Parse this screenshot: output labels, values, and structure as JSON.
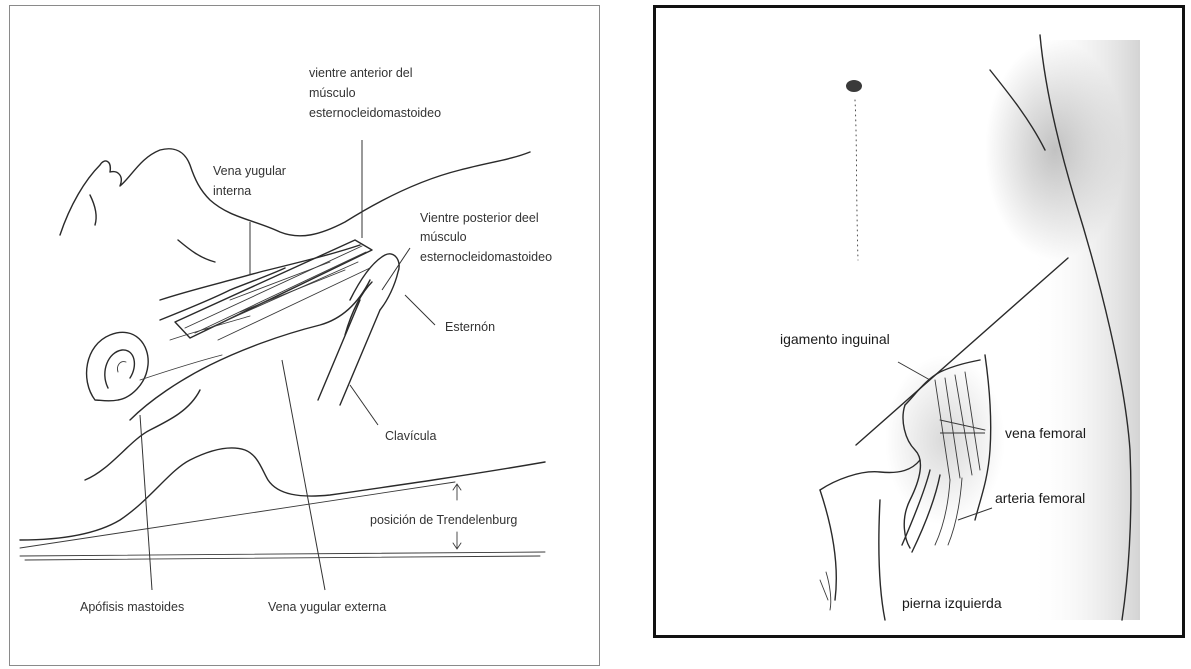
{
  "left_figure": {
    "labels": {
      "vientre_anterior": [
        "vientre anterior del",
        "músculo",
        "esternocleidomastoideo"
      ],
      "vena_yugular_interna": [
        "Vena yugular",
        "interna"
      ],
      "vientre_posterior": [
        "Vientre posterior deel",
        "músculo",
        "esternocleidomastoideo"
      ],
      "esternon": "Esternón",
      "clavicula": "Clavícula",
      "posicion_trendelenburg": "posición de Trendelenburg",
      "apofisis_mastoides": "Apófisis mastoides",
      "vena_yugular_externa": "Vena yugular externa"
    }
  },
  "right_figure": {
    "labels": {
      "ligamento_inguinal": "igamento inguinal",
      "vena_femoral": "vena femoral",
      "arteria_femoral": "arteria femoral",
      "pierna_izquierda": "pierna izquierda"
    }
  },
  "colors": {
    "ink": "#2a2a2a",
    "frame_left": "#8a8a8a",
    "frame_right": "#111111"
  }
}
